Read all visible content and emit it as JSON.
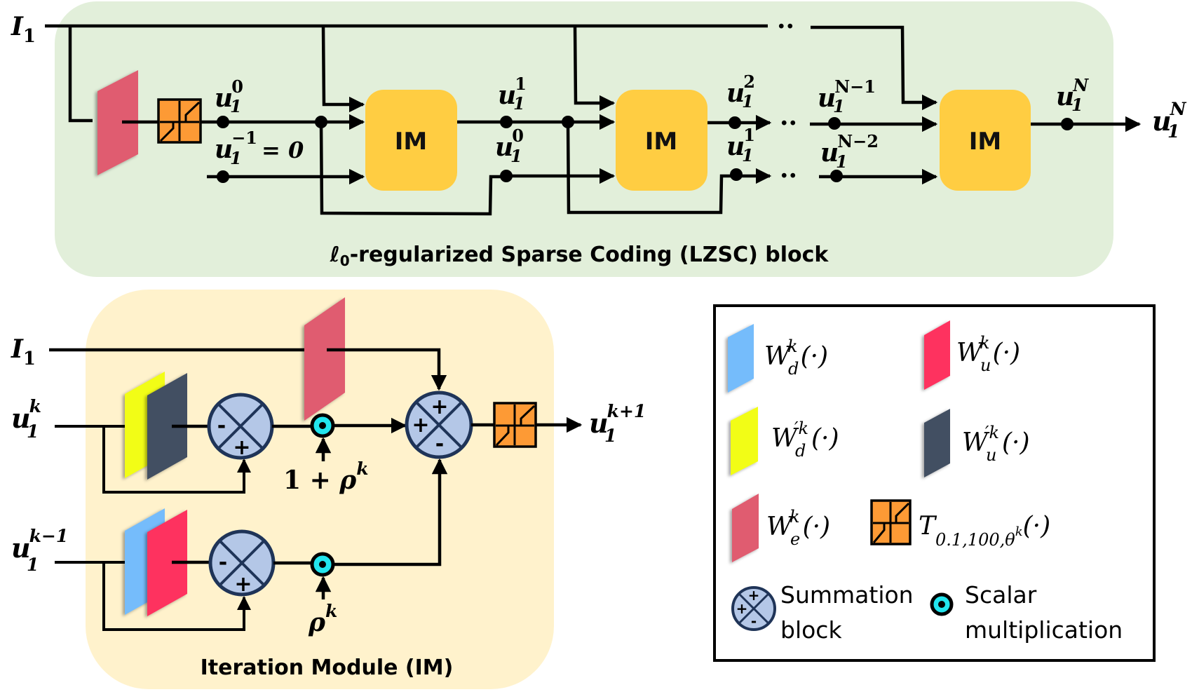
{
  "diagram": {
    "lzsc_block": {
      "title_prefix": "ℓ",
      "title_sub": "0",
      "title_rest": "-regularized Sparse Coding (LZSC) block",
      "input_label": {
        "base": "I",
        "sub": "1"
      },
      "im_label": "IM",
      "ellipsis": "··",
      "node_labels": {
        "u0_top": {
          "base": "u",
          "sub": "1",
          "sup": "0"
        },
        "uminus1": {
          "base": "u",
          "sub": "1",
          "sup": "−1",
          "suffix": "= 0"
        },
        "u1_top": {
          "base": "u",
          "sub": "1",
          "sup": "1"
        },
        "u0_bottom": {
          "base": "u",
          "sub": "1",
          "sup": "0"
        },
        "u2_top": {
          "base": "u",
          "sub": "1",
          "sup": "2"
        },
        "u1_bottom": {
          "base": "u",
          "sub": "1",
          "sup": "1"
        },
        "uNm1_top": {
          "base": "u",
          "sub": "1",
          "sup": "N−1"
        },
        "uNm2_bottom": {
          "base": "u",
          "sub": "1",
          "sup": "N−2"
        },
        "uN_top": {
          "base": "u",
          "sub": "1",
          "sup": "N"
        },
        "uN_out": {
          "base": "u",
          "sub": "1",
          "sup": "N"
        }
      }
    },
    "iteration_module": {
      "title": "Iteration Module (IM)",
      "input_I": {
        "base": "I",
        "sub": "1"
      },
      "input_uk": {
        "base": "u",
        "sub": "1",
        "sup": "k"
      },
      "input_ukm1": {
        "base": "u",
        "sub": "1",
        "sup": "k−1"
      },
      "output": {
        "base": "u",
        "sub": "1",
        "sup": "k+1"
      },
      "scalar_top": {
        "prefix": "1 + ",
        "base": "ρ",
        "sup": "k"
      },
      "scalar_bottom": {
        "base": "ρ",
        "sup": "k"
      },
      "sum1_signs": {
        "left": "-",
        "bottom": "+"
      },
      "sum2_signs": {
        "left": "-",
        "bottom": "+"
      },
      "sum3_signs": {
        "top": "+",
        "left": "+",
        "bottom": "-"
      }
    },
    "legend": {
      "items": [
        {
          "id": "Wd",
          "base": "W",
          "sub": "d",
          "sup": "k",
          "arg": "(·)",
          "color": "#74bcfb"
        },
        {
          "id": "Wu",
          "base": "W",
          "sub": "u",
          "sup": "k",
          "arg": "(·)",
          "color": "#fe315e"
        },
        {
          "id": "Wdp",
          "base": "W",
          "sub": "d",
          "sup": "′k",
          "arg": "(·)",
          "color": "#f2fd14"
        },
        {
          "id": "Wup",
          "base": "W",
          "sub": "u",
          "sup": "′k",
          "arg": "(·)",
          "color": "#434f62"
        },
        {
          "id": "We",
          "base": "W",
          "sub": "e",
          "sup": "k",
          "arg": "(·)",
          "color": "#e05c70"
        },
        {
          "id": "T",
          "base": "T",
          "sub": "0.1,100,θ",
          "subsup": "k",
          "arg": "(·)",
          "color": "#fd9a35"
        }
      ],
      "summation_label_line1": "Summation",
      "summation_label_line2": "block",
      "scalar_label_line1": "Scalar",
      "scalar_label_line2": "multiplication",
      "summation_signs": {
        "top": "+",
        "left": "+",
        "bottom": "-"
      }
    },
    "colors": {
      "lzsc_bg": "#e2efda",
      "im_bg": "#fff2cc",
      "im_block": "#ffcd42",
      "we_filter": "#e05c70",
      "wd_filter": "#74bcfb",
      "wu_filter": "#fe315e",
      "wdp_filter": "#f2fd14",
      "wup_filter": "#434f62",
      "threshold": "#fd9a35",
      "sum_fill": "#b4c7e7",
      "sum_stroke": "#1f3458",
      "scalar_fill": "#22e5ee"
    }
  }
}
